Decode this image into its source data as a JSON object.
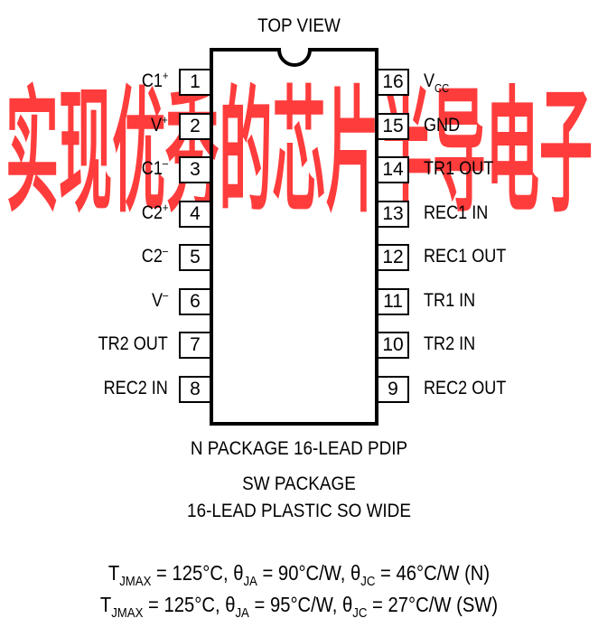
{
  "top_view_label": "TOP VIEW",
  "watermark": "实现优秀的芯片半导电子",
  "left_pins": [
    {
      "num": "1",
      "base": "C1",
      "sup": "+",
      "sub": ""
    },
    {
      "num": "2",
      "base": "V",
      "sup": "+",
      "sub": ""
    },
    {
      "num": "3",
      "base": "C1",
      "sup": "–",
      "sub": ""
    },
    {
      "num": "4",
      "base": "C2",
      "sup": "+",
      "sub": ""
    },
    {
      "num": "5",
      "base": "C2",
      "sup": "–",
      "sub": ""
    },
    {
      "num": "6",
      "base": "V",
      "sup": "–",
      "sub": ""
    },
    {
      "num": "7",
      "base": "TR2 OUT",
      "sup": "",
      "sub": ""
    },
    {
      "num": "8",
      "base": "REC2 IN",
      "sup": "",
      "sub": ""
    }
  ],
  "right_pins": [
    {
      "num": "16",
      "base": "V",
      "sup": "",
      "sub": "CC"
    },
    {
      "num": "15",
      "base": "GND",
      "sup": "",
      "sub": ""
    },
    {
      "num": "14",
      "base": "TR1 OUT",
      "sup": "",
      "sub": ""
    },
    {
      "num": "13",
      "base": "REC1 IN",
      "sup": "",
      "sub": ""
    },
    {
      "num": "12",
      "base": "REC1 OUT",
      "sup": "",
      "sub": ""
    },
    {
      "num": "11",
      "base": "TR1 IN",
      "sup": "",
      "sub": ""
    },
    {
      "num": "10",
      "base": "TR2 IN",
      "sup": "",
      "sub": ""
    },
    {
      "num": "9",
      "base": "REC2 OUT",
      "sup": "",
      "sub": ""
    }
  ],
  "package_caption": {
    "line1": "N PACKAGE 16-LEAD PDIP",
    "line2": "SW PACKAGE",
    "line3": "16-LEAD PLASTIC SO WIDE"
  },
  "thermal_lines": [
    [
      {
        "t": "T"
      },
      {
        "t": "JMAX",
        "sub": true
      },
      {
        "t": " = 125°C, θ"
      },
      {
        "t": "JA",
        "sub": true
      },
      {
        "t": " = 90°C/W, θ"
      },
      {
        "t": "JC",
        "sub": true
      },
      {
        "t": " = 46°C/W (N)"
      }
    ],
    [
      {
        "t": "T"
      },
      {
        "t": "JMAX",
        "sub": true
      },
      {
        "t": " = 125°C, θ"
      },
      {
        "t": "JA",
        "sub": true
      },
      {
        "t": " = 95°C/W, θ"
      },
      {
        "t": "JC",
        "sub": true
      },
      {
        "t": " = 27°C/W (SW)"
      }
    ]
  ],
  "colors": {
    "watermark": "#ff1a1a",
    "line": "#000000"
  }
}
